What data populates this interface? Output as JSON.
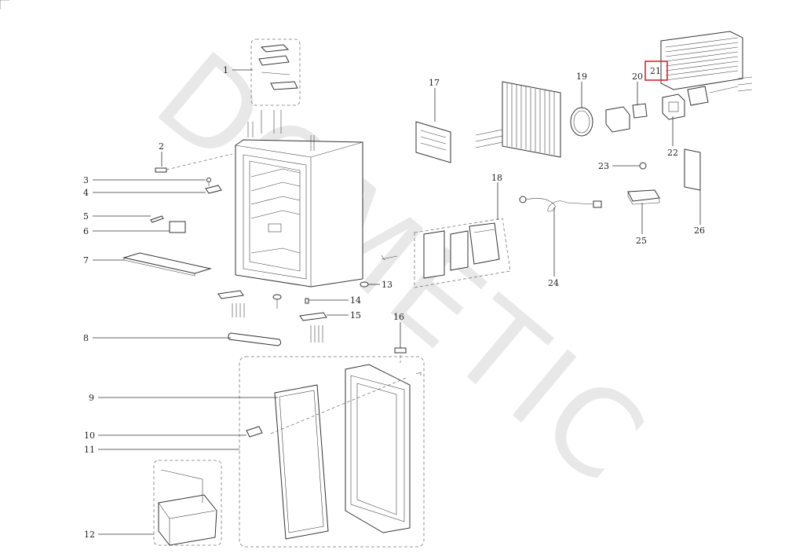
{
  "watermark": "DOMETIC",
  "highlight_color": "#d9262e",
  "highlighted_callout": "21",
  "callouts": [
    "1",
    "2",
    "3",
    "4",
    "5",
    "6",
    "7",
    "8",
    "9",
    "10",
    "11",
    "12",
    "13",
    "14",
    "15",
    "16",
    "17",
    "18",
    "19",
    "20",
    "21",
    "22",
    "23",
    "24",
    "25",
    "26"
  ]
}
